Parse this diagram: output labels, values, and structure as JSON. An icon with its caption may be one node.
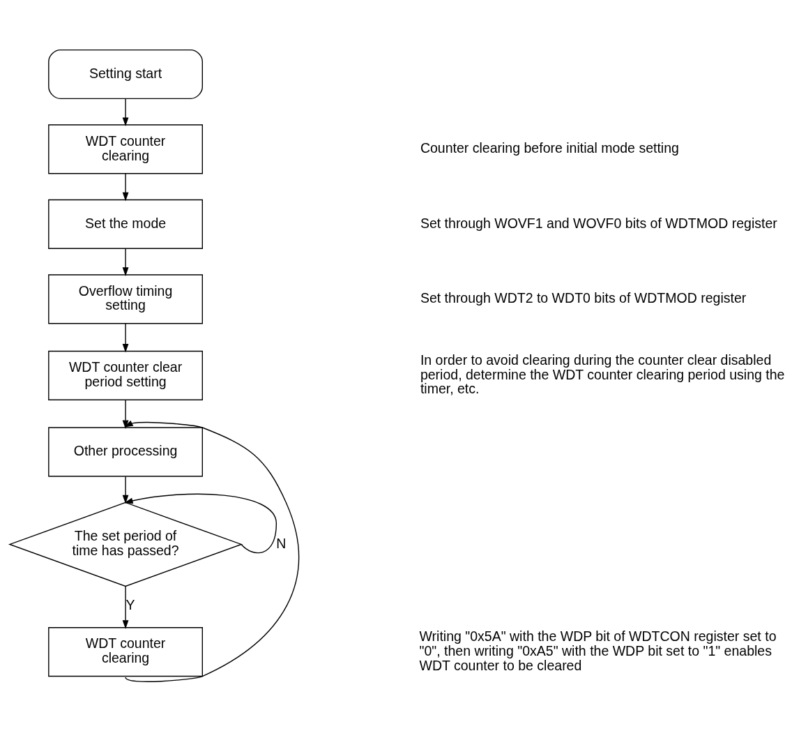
{
  "diagram": {
    "nodes": [
      {
        "text": [
          "Setting start"
        ]
      },
      {
        "text": [
          "WDT counter clearing"
        ]
      },
      {
        "text": [
          "Set the mode"
        ]
      },
      {
        "text": [
          "Overflow timing setting"
        ]
      },
      {
        "text": [
          "WDT counter clear period setting"
        ]
      },
      {
        "text": [
          "Other processing"
        ]
      },
      {
        "text": [
          "The set period of time has passed?"
        ]
      },
      {
        "text": [
          "WDT counter clearing"
        ]
      }
    ],
    "edges": [
      {
        "from": 0,
        "to": 1,
        "arrow": "to"
      },
      {
        "from": 1,
        "to": 2,
        "arrow": "to"
      },
      {
        "from": 2,
        "to": 3,
        "arrow": "to"
      },
      {
        "from": 3,
        "to": 4,
        "arrow": "to"
      },
      {
        "from": 4,
        "to": 5,
        "arrow": "to"
      },
      {
        "from": 5,
        "to": 6,
        "arrow": "to"
      },
      {
        "from": 6,
        "to": 6,
        "arrow": "to",
        "label": "N"
      },
      {
        "from": 6,
        "to": 7,
        "arrow": "to",
        "label": "Y"
      },
      {
        "from": 7,
        "to": 5,
        "arrow": "to"
      }
    ],
    "labels": [
      "Counter clearing before initial mode setting",
      "Set through WOVF1 and WOVF0 bits of WDTMOD register",
      "Set through WDT2 to WDT0 bits of WDTMOD register",
      "In order to avoid clearing during the counter clear disabled period, determine the WDT counter clearing period using the timer, etc.",
      "Writing \"0x5A\" with the WDP bit of WDTCON register set to \"0\", then writing \"0xA5\" with the WDP bit set to \"1\" enables WDT counter to be cleared"
    ]
  }
}
